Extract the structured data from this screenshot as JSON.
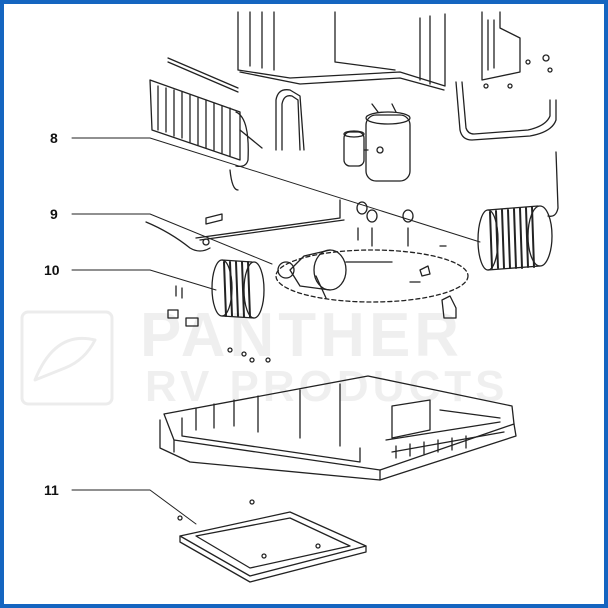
{
  "callouts": [
    {
      "id": "8",
      "label": "8"
    },
    {
      "id": "9",
      "label": "9"
    },
    {
      "id": "10",
      "label": "10"
    },
    {
      "id": "11",
      "label": "11"
    }
  ],
  "watermark": {
    "line1": "PANTHER",
    "line2": "RV PRODUCTS"
  },
  "colors": {
    "border": "#1565c0",
    "ink": "#222222",
    "watermark": "#f0f0f0"
  }
}
